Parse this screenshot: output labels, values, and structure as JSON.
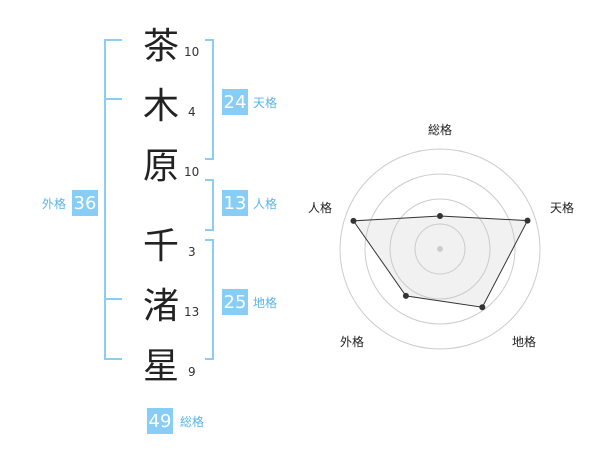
{
  "name": {
    "chars": [
      {
        "char": "茶",
        "strokes": "10"
      },
      {
        "char": "木",
        "strokes": "4"
      },
      {
        "char": "原",
        "strokes": "10"
      },
      {
        "char": "千",
        "strokes": "3"
      },
      {
        "char": "渚",
        "strokes": "13"
      },
      {
        "char": "星",
        "strokes": "9"
      }
    ]
  },
  "kakusu": {
    "tenkaku": {
      "value": "24",
      "label": "天格"
    },
    "jinkaku": {
      "value": "13",
      "label": "人格"
    },
    "chikaku": {
      "value": "25",
      "label": "地格"
    },
    "gaikaku": {
      "value": "36",
      "label": "外格"
    },
    "soukaku": {
      "value": "49",
      "label": "総格"
    }
  },
  "colors": {
    "accent": "#5ab4ea",
    "badge": "#87cdf6",
    "bracket": "#8ccdf3"
  },
  "chart_data": {
    "type": "radar",
    "axes": [
      "総格",
      "天格",
      "地格",
      "外格",
      "人格"
    ],
    "values": [
      0.33,
      0.92,
      0.72,
      0.58,
      0.91
    ],
    "max": 1,
    "rings": 4
  }
}
